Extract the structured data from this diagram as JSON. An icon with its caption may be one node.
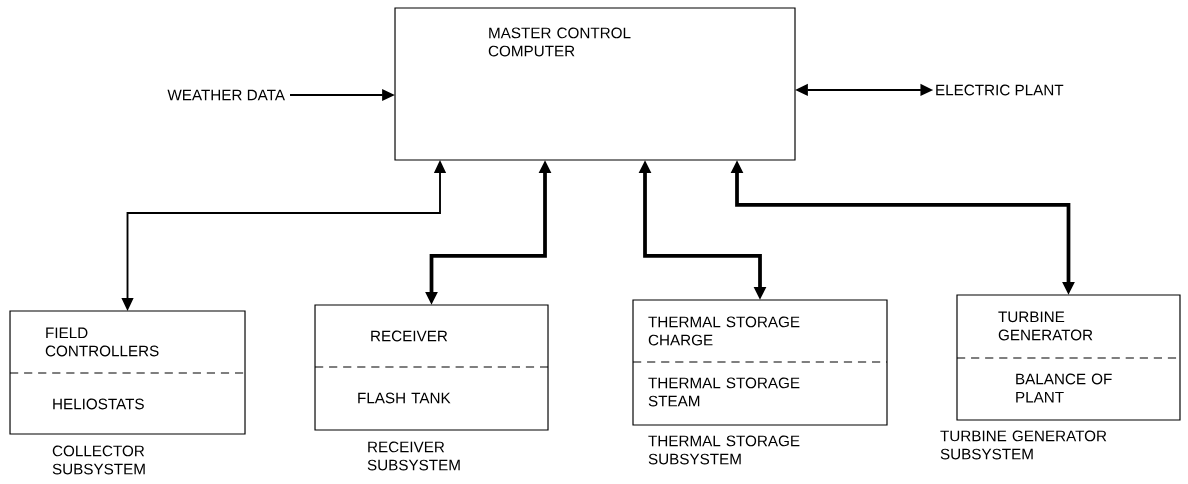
{
  "diagram": {
    "nodes": [
      {
        "text": [
          "MASTER CONTROL COMPUTER"
        ]
      },
      {
        "text": [
          "WEATHER DATA"
        ]
      },
      {
        "text": [
          "ELECTRIC PLANT"
        ]
      },
      {
        "text": [
          "FIELD CONTROLLERS",
          "HELIOSTATS"
        ],
        "beside": [
          "COLLECTOR SUBSYSTEM"
        ]
      },
      {
        "text": [
          "RECEIVER",
          "FLASH TANK"
        ],
        "beside": [
          "RECEIVER SUBSYSTEM"
        ]
      },
      {
        "text": [
          "THERMAL STORAGE CHARGE",
          "THERMAL STORAGE STEAM"
        ],
        "beside": [
          "THERMAL STORAGE SUBSYSTEM"
        ]
      },
      {
        "text": [
          "TURBINE GENERATOR",
          "BALANCE OF PLANT"
        ],
        "beside": [
          "TURBINE GENERATOR SUBSYSTEM"
        ]
      }
    ],
    "edges": [
      {
        "from": 1,
        "to": 0,
        "arrow": "to"
      },
      {
        "from": 0,
        "to": 2,
        "arrow": "both"
      },
      {
        "from": 0,
        "to": 3,
        "arrow": "both"
      },
      {
        "from": 0,
        "to": 4,
        "arrow": "both",
        "style": "thick"
      },
      {
        "from": 0,
        "to": 5,
        "arrow": "both",
        "style": "thick"
      },
      {
        "from": 0,
        "to": 6,
        "arrow": "both",
        "style": "thick"
      }
    ]
  }
}
